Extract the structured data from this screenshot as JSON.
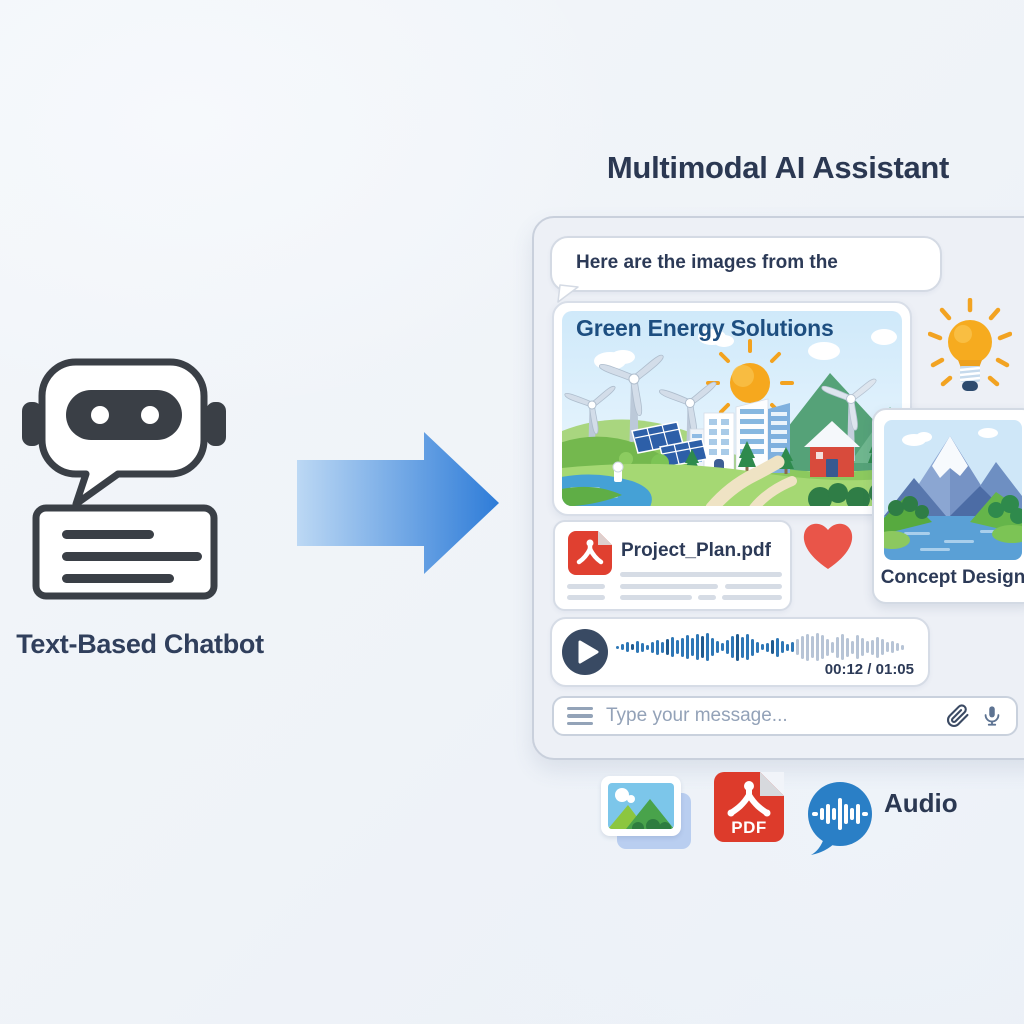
{
  "header": {
    "title": "Multimodal AI Assistant"
  },
  "left": {
    "caption": "Text-Based Chatbot"
  },
  "chat_panel": {
    "message_bubble": {
      "text": "Here are the images from the presentation!"
    },
    "green_card": {
      "title": "Green Energy Solutions"
    },
    "concept_card": {
      "caption": "Concept Design"
    },
    "pdf_card": {
      "filename": "Project_Plan.pdf"
    },
    "audio_player": {
      "time": "00:12 / 01:05",
      "played_fraction": 0.62,
      "waveform": [
        3,
        6,
        10,
        6,
        12,
        9,
        5,
        11,
        15,
        11,
        16,
        20,
        14,
        19,
        24,
        18,
        26,
        22,
        28,
        18,
        12,
        8,
        14,
        22,
        27,
        21,
        26,
        17,
        11,
        6,
        9,
        14,
        19,
        12,
        7,
        10,
        16,
        23,
        27,
        22,
        28,
        24,
        17,
        11,
        21,
        26,
        19,
        13,
        24,
        18,
        12,
        15,
        21,
        16,
        10,
        12,
        8,
        5
      ]
    },
    "input_bar": {
      "placeholder": "Type your message..."
    }
  },
  "legend": {
    "pdf_label": "PDF",
    "audio_label": "Audio"
  },
  "icons": {
    "robot": "robot-icon",
    "arrow": "flow-arrow-icon",
    "lightbulb": "lightbulb-icon",
    "heart": "heart-icon",
    "pdf": "pdf-icon",
    "play": "play-icon",
    "paperclip": "paperclip-icon",
    "microphone": "microphone-icon",
    "menu": "hamburger-icon",
    "image": "image-icon",
    "audio_bubble": "audio-bubble-icon"
  },
  "colors": {
    "navy_text": "#2c3a57",
    "panel_bg": "#edf0f6",
    "arrow_blue": "#2e7cd8",
    "pdf_red": "#dd3b2b",
    "heart_red": "#e95549",
    "audio_blue": "#2a7fc6",
    "waveform_played": "#2e77b6",
    "waveform_rest": "#b7c4d6",
    "bulb_orange": "#f6ab1f",
    "robot_dark": "#3a3f46"
  }
}
